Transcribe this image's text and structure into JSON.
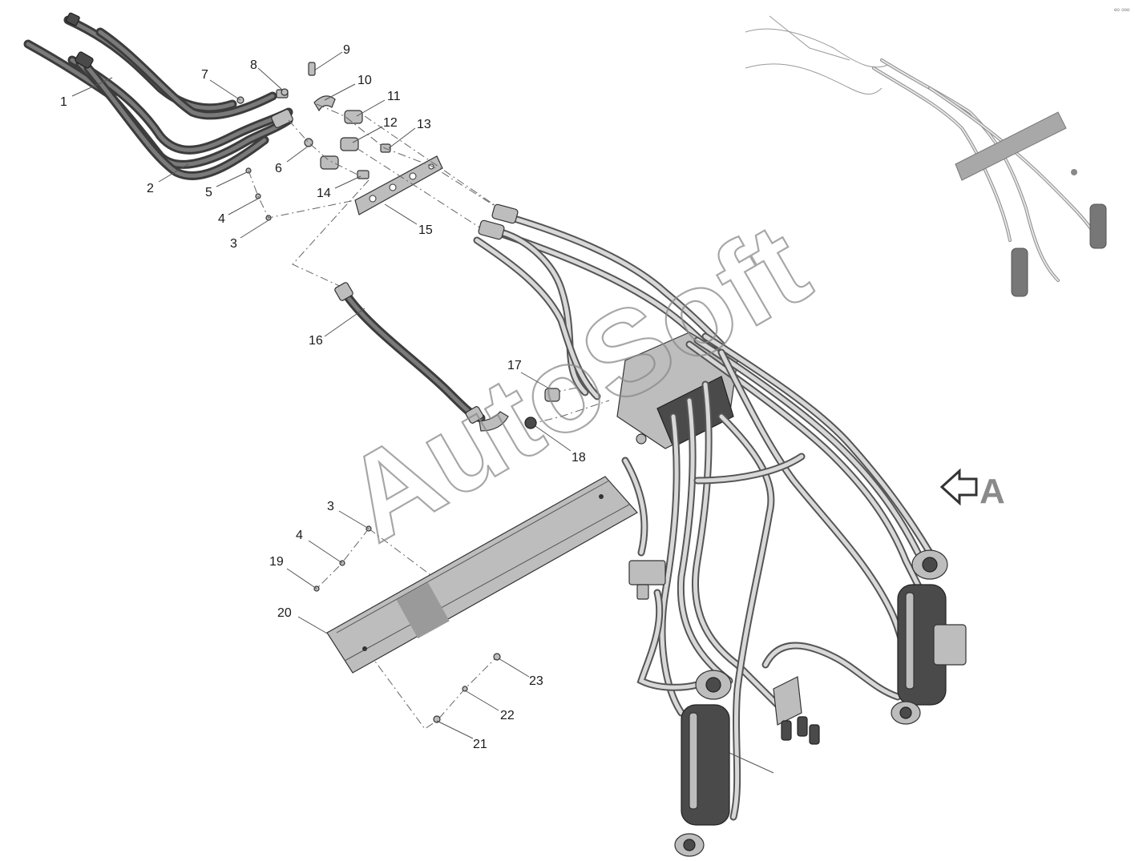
{
  "watermark": "AutoSoft",
  "view_marker": {
    "arrow_icon": "hollow-left-arrow-icon",
    "letter": "A"
  },
  "corner_mark": "ᵉᵒ ᵒᵒᵒ",
  "callouts": [
    {
      "id": "c1",
      "label": "1"
    },
    {
      "id": "c2",
      "label": "2"
    },
    {
      "id": "c3a",
      "label": "3"
    },
    {
      "id": "c4a",
      "label": "4"
    },
    {
      "id": "c5",
      "label": "5"
    },
    {
      "id": "c6",
      "label": "6"
    },
    {
      "id": "c7",
      "label": "7"
    },
    {
      "id": "c8",
      "label": "8"
    },
    {
      "id": "c9",
      "label": "9"
    },
    {
      "id": "c10",
      "label": "10"
    },
    {
      "id": "c11",
      "label": "11"
    },
    {
      "id": "c12",
      "label": "12"
    },
    {
      "id": "c13",
      "label": "13"
    },
    {
      "id": "c14",
      "label": "14"
    },
    {
      "id": "c15",
      "label": "15"
    },
    {
      "id": "c16",
      "label": "16"
    },
    {
      "id": "c17",
      "label": "17"
    },
    {
      "id": "c18",
      "label": "18"
    },
    {
      "id": "c3b",
      "label": "3"
    },
    {
      "id": "c4b",
      "label": "4"
    },
    {
      "id": "c19",
      "label": "19"
    },
    {
      "id": "c20",
      "label": "20"
    },
    {
      "id": "c21",
      "label": "21"
    },
    {
      "id": "c22",
      "label": "22"
    },
    {
      "id": "c23",
      "label": "23"
    }
  ]
}
